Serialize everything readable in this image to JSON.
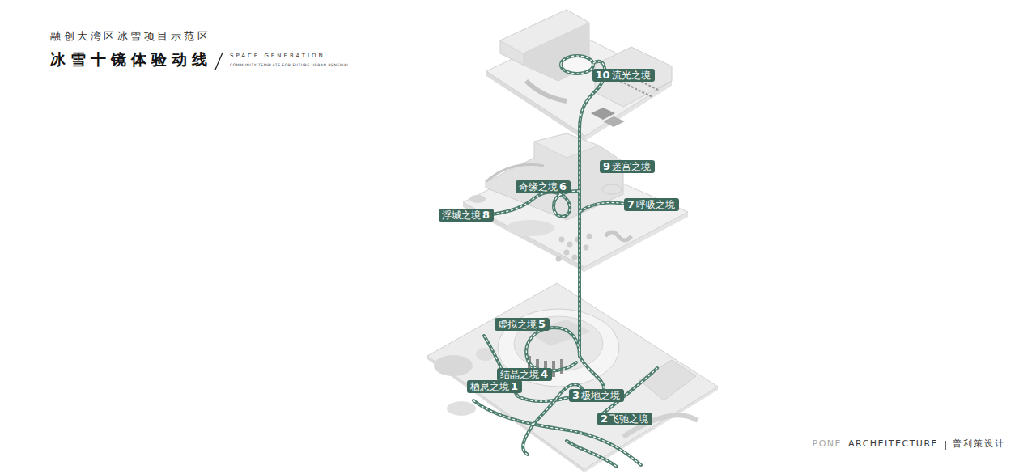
{
  "diagram": {
    "title": "冰雪十镜体验动线",
    "nodes": [
      {
        "text": [
          "10",
          "流光之境"
        ]
      },
      {
        "text": [
          "9",
          "迷宫之境"
        ]
      },
      {
        "text": [
          "奇缘之境",
          "6"
        ]
      },
      {
        "text": [
          "7",
          "呼吸之境"
        ]
      },
      {
        "text": [
          "浮城之境",
          "8"
        ]
      },
      {
        "text": [
          "虚拟之境",
          "5"
        ]
      },
      {
        "text": [
          "结晶之境",
          "4"
        ]
      },
      {
        "text": [
          "栖息之境",
          "1"
        ]
      },
      {
        "text": [
          "3",
          "极地之境"
        ]
      },
      {
        "text": [
          "2",
          "飞驰之境"
        ]
      }
    ],
    "labels": [
      "融创大湾区冰雪项目示范区",
      "SPACE GENERATION",
      "COMMUNITY TEMPLATE FOR FUTURE URBAN RENEWAL",
      "PONE",
      "ARCHEITECTURE",
      "普利策设计"
    ]
  }
}
